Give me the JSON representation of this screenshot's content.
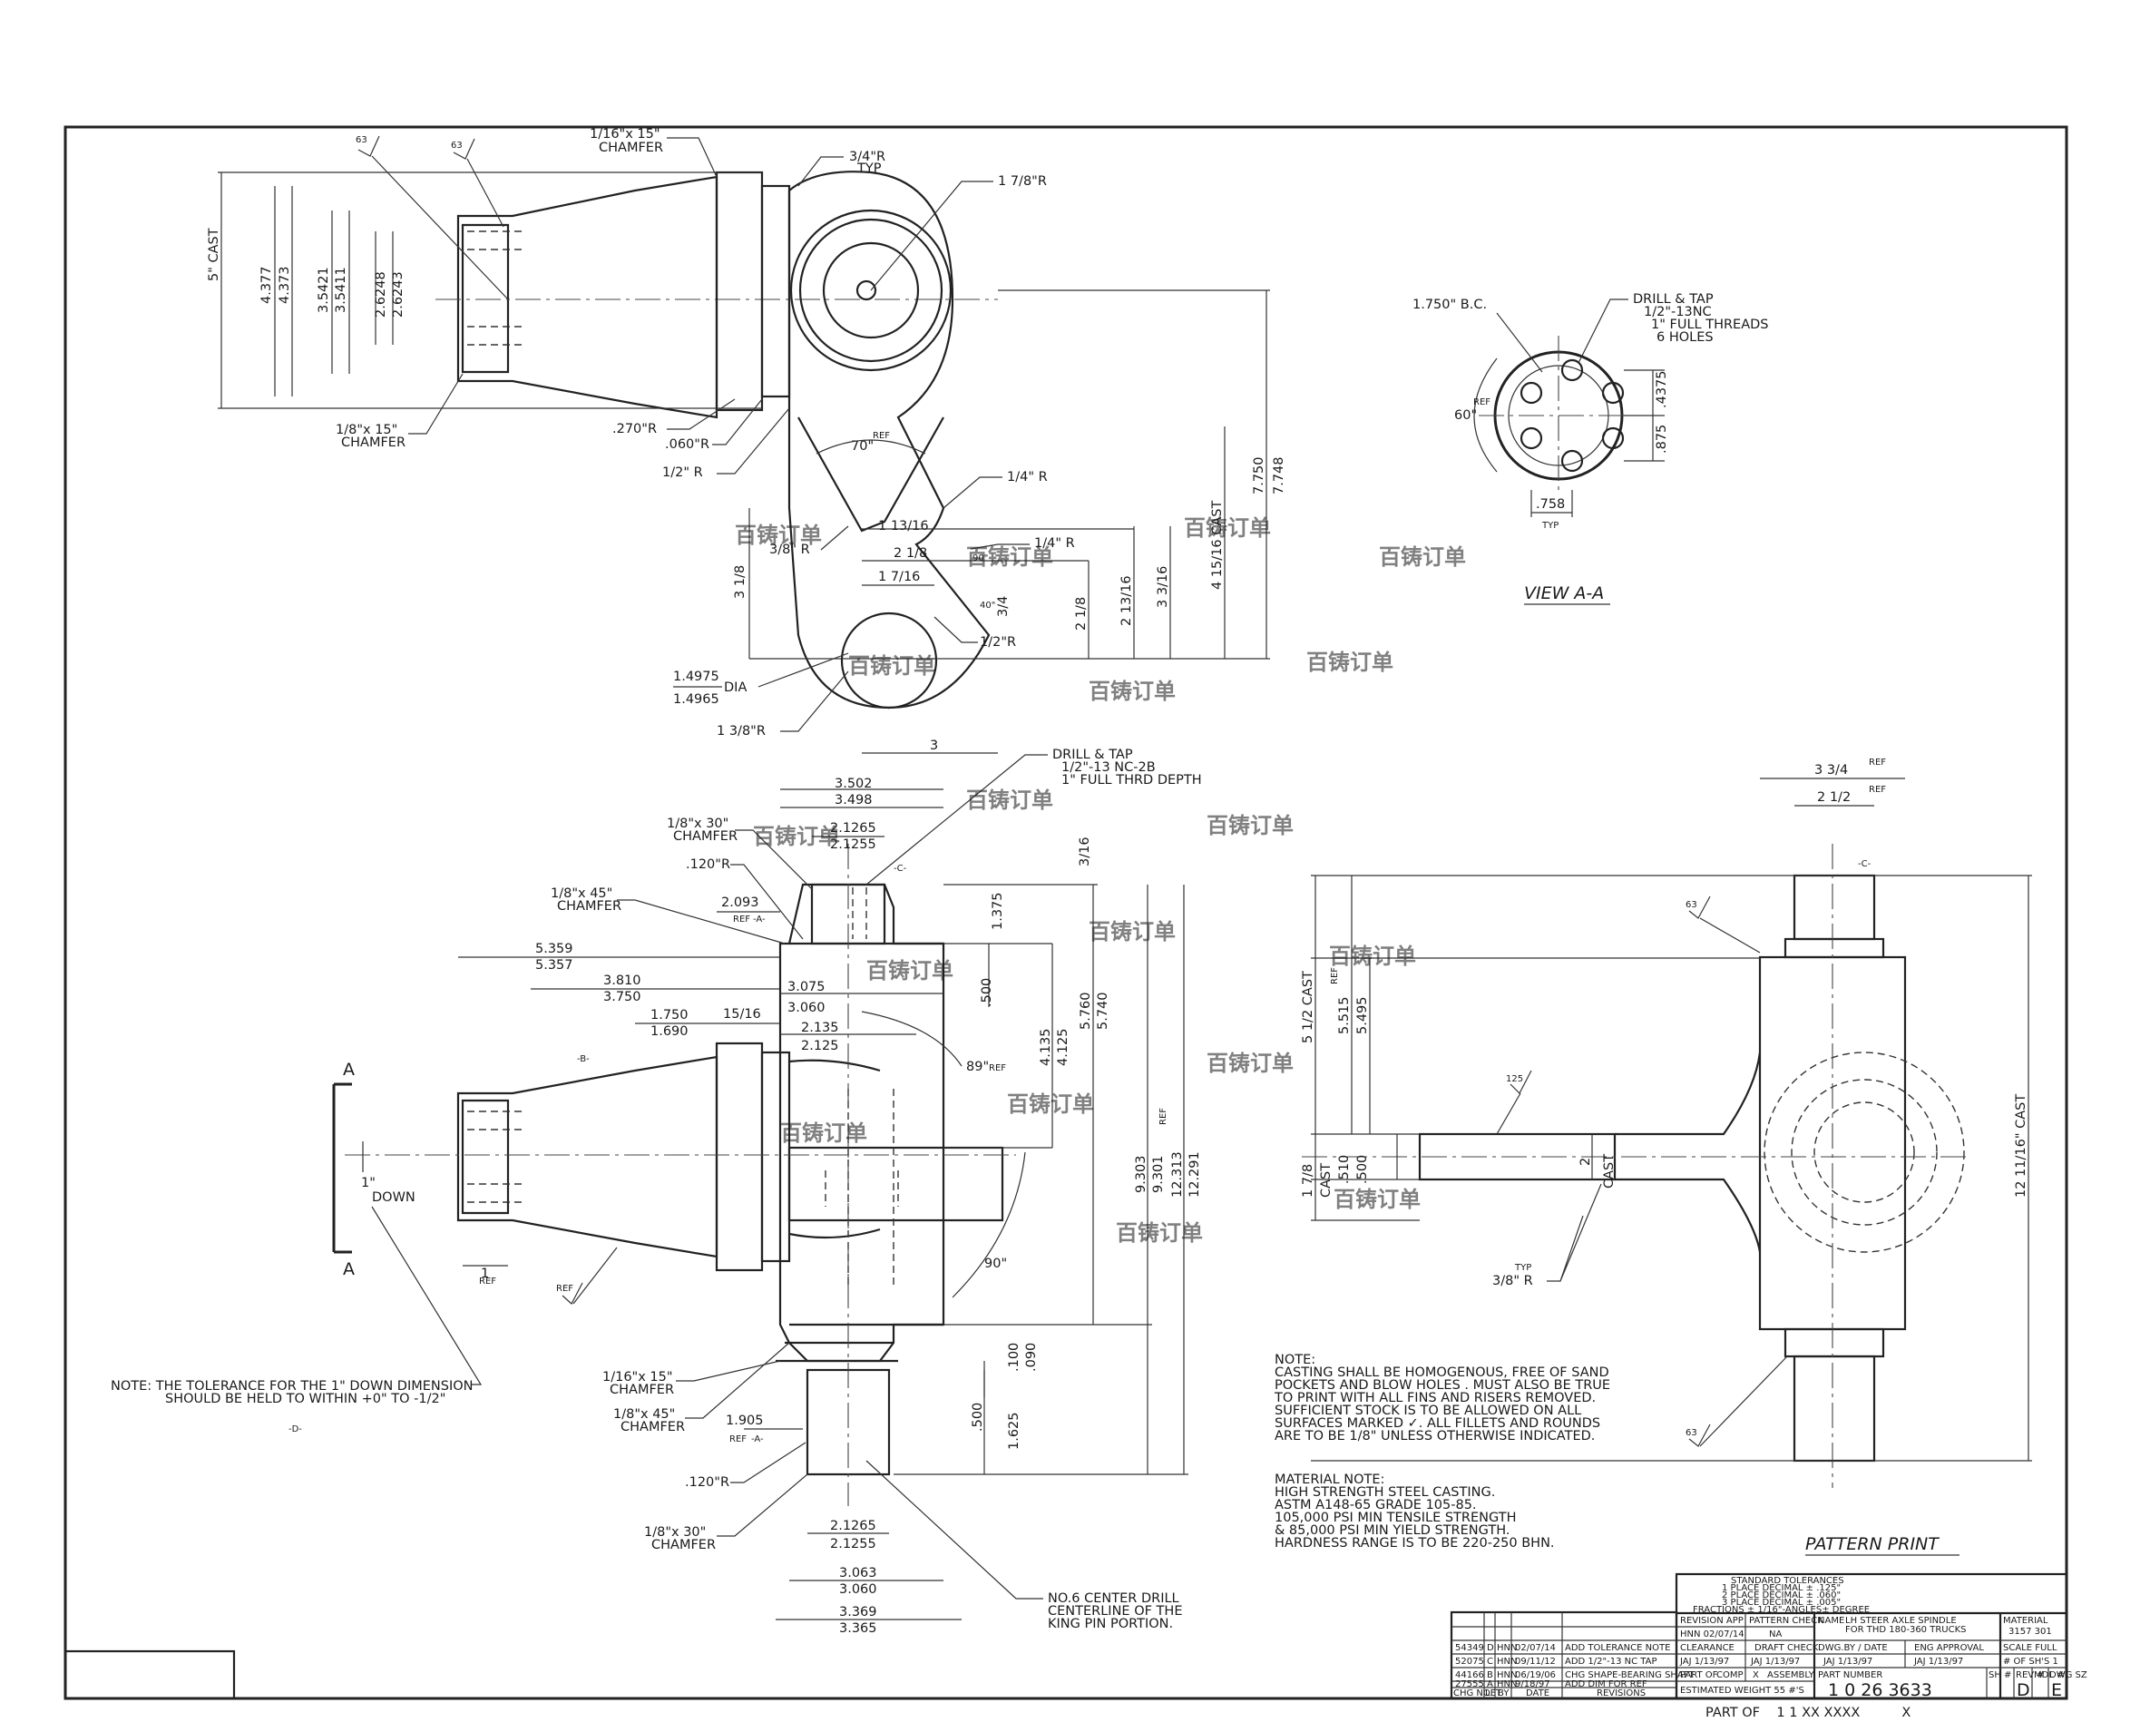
{
  "drawing": {
    "part_top_view": {
      "dims_left": [
        "5\" CAST",
        "4.377",
        "4.373",
        "3.5421",
        "3.5411",
        "2.6248",
        "2.6243"
      ],
      "surface_marks": [
        "63",
        "63"
      ],
      "chamfer_top": [
        "1/16\"x 15\"",
        "CHAMFER"
      ],
      "chamfer_bottom": [
        "1/8\"x 15\"",
        "CHAMFER"
      ],
      "radius_labels": [
        "3/4\"R",
        "TYP",
        "1 7/8\"R",
        ".270\"R",
        ".060\"R",
        "1/2\" R",
        "1/4\" R",
        "3/8\" R",
        "1/4\" R",
        "1/2\"R",
        "1 3/8\"R"
      ],
      "angle_labels": [
        "70\"",
        "REF",
        "90\"",
        "40\""
      ],
      "dims_bottom": [
        "1 13/16",
        "2 1/8",
        "1 7/16",
        "3/4",
        "3"
      ],
      "dims_right": [
        "3 1/8",
        "2 1/8",
        "2 13/16",
        "3 3/16",
        "4 15/16 CAST",
        "7.750",
        "7.748"
      ],
      "dia": [
        "1.4975",
        "DIA",
        "1.4965"
      ]
    },
    "view_aa": {
      "title": "VIEW A-A",
      "bc": "1.750\" B.C.",
      "drill": [
        "DRILL & TAP",
        "1/2\"-13NC",
        "1\" FULL THREADS",
        "6 HOLES"
      ],
      "angle": "60\"",
      "ref": "REF",
      "dims": [
        ".4375",
        ".875",
        ".758",
        "TYP"
      ]
    },
    "part_front_view": {
      "drill_tap": [
        "DRILL & TAP",
        "1/2\"-13 NC-2B",
        "1\" FULL THRD DEPTH"
      ],
      "chamfer_1": [
        "1/8\"x 30\"",
        "CHAMFER"
      ],
      "chamfer_2": [
        "1/8\"x 45\"",
        "CHAMFER"
      ],
      "chamfer_3": [
        "1/16\"x 15\"",
        "CHAMFER"
      ],
      "chamfer_4": [
        "1/8\"x 45\"",
        "CHAMFER"
      ],
      "chamfer_5": [
        "1/8\"x 30\"",
        "CHAMFER"
      ],
      "radius_top": ".120\"R",
      "radius_bottom": ".120\"R",
      "dims_top": [
        "3.502",
        "3.498",
        "2.1265",
        "2.1255"
      ],
      "dims_left": [
        "2.093",
        "5.359",
        "5.357",
        "3.810",
        "3.750",
        "1.750",
        "1.690",
        "15/16",
        "REF",
        "-A-",
        "-B-"
      ],
      "dims_mid": [
        "3.075",
        "3.060",
        "2.135",
        "2.125"
      ],
      "dims_right": [
        "3/16",
        "1.375",
        ".500",
        "4.135",
        "4.125",
        "5.760",
        "5.740",
        "9.303",
        "9.301",
        "12.313",
        "12.291",
        "REF",
        "-C-"
      ],
      "angles": [
        "89\"",
        "REF",
        "90\""
      ],
      "dims_bottom_right": [
        ".100",
        ".090",
        ".500",
        "1.625"
      ],
      "dims_bottom": [
        "1.905",
        "REF",
        "-A-",
        "2.1265",
        "2.1255",
        "3.063",
        "3.060",
        "3.369",
        "3.365"
      ],
      "down": [
        "1\"",
        "DOWN"
      ],
      "section": "A",
      "dim_small": [
        "1",
        "REF"
      ],
      "center_drill": [
        "NO.6 CENTER DRILL",
        "CENTERLINE OF THE",
        "KING PIN PORTION."
      ],
      "note_tol": [
        "NOTE: THE TOLERANCE FOR THE 1\" DOWN DIMENSION",
        "SHOULD BE HELD TO WITHIN +0\" TO -1/2\""
      ],
      "marker_d": "-D-"
    },
    "part_side_view": {
      "dims_top": [
        "3 3/4",
        "REF",
        "2 1/2",
        "REF",
        "-C-"
      ],
      "dims_left": [
        "5 1/2 CAST",
        "REF",
        "5.515",
        "5.495",
        "1 7/8",
        "CAST",
        ".510",
        ".500"
      ],
      "dims_mid": [
        "125",
        "2",
        "CAST"
      ],
      "radius": [
        "TYP",
        "3/8\" R"
      ],
      "dims_right": "12 11/16\" CAST",
      "marks": [
        "63",
        "63"
      ],
      "title": "PATTERN PRINT"
    },
    "notes": {
      "casting": [
        "NOTE:",
        "CASTING SHALL BE HOMOGENOUS, FREE OF SAND",
        "POCKETS AND BLOW HOLES . MUST ALSO BE TRUE",
        "TO PRINT WITH ALL FINS AND RISERS REMOVED.",
        "SUFFICIENT STOCK IS TO BE ALLOWED ON ALL",
        "SURFACES MARKED ✓. ALL FILLETS AND ROUNDS",
        "ARE TO BE 1/8\" UNLESS OTHERWISE INDICATED."
      ],
      "material": [
        "MATERIAL NOTE:",
        "HIGH STRENGTH STEEL CASTING.",
        "ASTM A148-65 GRADE 105-85.",
        "105,000 PSI MIN TENSILE STRENGTH",
        "& 85,000 PSI MIN YIELD STRENGTH.",
        "HARDNESS RANGE IS TO BE 220-250 BHN."
      ]
    },
    "watermark": "百铸订单"
  },
  "title_block": {
    "tolerances": [
      "STANDARD TOLERANCES",
      "1 PLACE DECIMAL ± .125\"",
      "2 PLACE DECIMAL ± .060\"",
      "3 PLACE DECIMAL ± .005\"",
      "FRACTIONS ± 1/16\"-ANGLES± DEGREE"
    ],
    "revision_app": "REVISION APP",
    "pattern_check": "PATTERN CHECK",
    "hnn": "HNN 02/07/14",
    "na": "NA",
    "clearance": "CLEARANCE",
    "draft_check": "DRAFT CHECK",
    "jaj1": "JAJ 1/13/97",
    "jaj2": "JAJ 1/13/97",
    "part_of": "PART OF",
    "comp": "COMP",
    "assembly": "ASSEMBLY",
    "x": "X",
    "est_weight": "ESTIMATED WEIGHT  55  #'S",
    "name_label": "NAME",
    "name": [
      "LH STEER AXLE SPINDLE",
      "FOR THD 180-360 TRUCKS"
    ],
    "dwg_by": "DWG.BY / DATE",
    "eng_approval": "ENG APPROVAL",
    "jaj3": "JAJ 1/13/97",
    "jaj4": "JAJ 1/13/97",
    "part_number_label": "PART NUMBER",
    "part_number": "1 0 26 3633",
    "sh_rev": [
      "SH #",
      "REV #",
      "MDL #",
      "DWG SZ"
    ],
    "rev_letter": "D",
    "dwg_size": "E",
    "material_label": "MATERIAL",
    "material": "3157 301",
    "scale": "SCALE  FULL",
    "sheets": "# OF SH'S 1",
    "revisions": [
      [
        "54349",
        "D",
        "HNN",
        "02/07/14",
        "ADD TOLERANCE NOTE"
      ],
      [
        "52075",
        "C",
        "HNN",
        "09/11/12",
        "ADD 1/2\"-13 NC TAP"
      ],
      [
        "44166",
        "B",
        "HNN",
        "06/19/06",
        "CHG SHAPE-BEARING SHAFT"
      ],
      [
        "27555",
        "A",
        "HNN",
        "9/18/97",
        "ADD DIM FOR REF"
      ]
    ],
    "rev_headers": [
      "CHG NO.",
      "LET",
      "BY",
      "DATE",
      "REVISIONS"
    ],
    "footer": "PART OF    1 1 XX XXXX          X"
  }
}
